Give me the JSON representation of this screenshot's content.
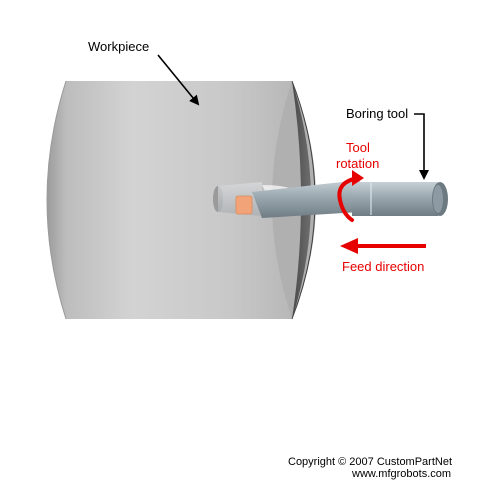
{
  "labels": {
    "workpiece": "Workpiece",
    "boring_tool": "Boring tool",
    "tool_rotation_line1": "Tool",
    "tool_rotation_line2": "rotation",
    "feed_direction": "Feed direction"
  },
  "copyright": {
    "line1": "Copyright © 2007 CustomPartNet",
    "line2": "www.mfgrobots.com"
  },
  "colors": {
    "annotation_red": "#e60000",
    "workpiece_gray": "#c4c4c4",
    "workpiece_face": "#5a5a5a",
    "tool_gray": "#8d9aa3",
    "insert_orange": "#f2a478"
  }
}
